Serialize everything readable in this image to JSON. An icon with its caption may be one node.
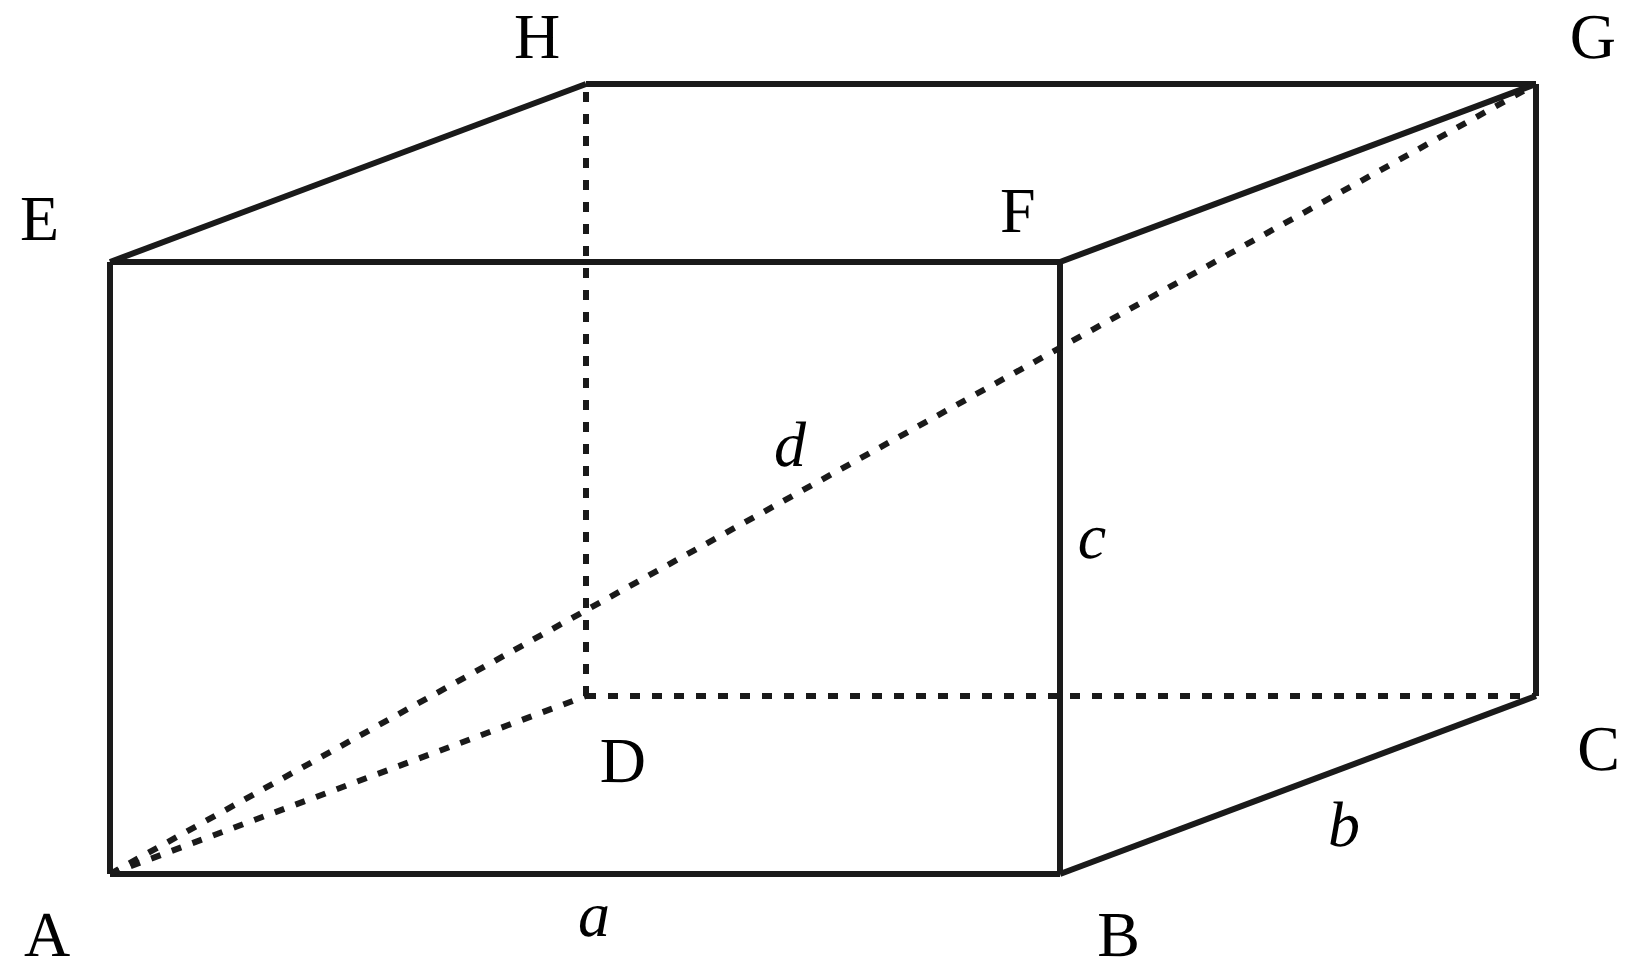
{
  "diagram": {
    "nodes": [
      {
        "text": [
          "H"
        ]
      },
      {
        "text": [
          "G"
        ]
      },
      {
        "text": [
          "E"
        ]
      },
      {
        "text": [
          "F"
        ]
      },
      {
        "text": [
          "D"
        ]
      },
      {
        "text": [
          "C"
        ]
      },
      {
        "text": [
          "A"
        ]
      },
      {
        "text": [
          "B"
        ]
      }
    ],
    "edges": [
      {
        "from": 6,
        "to": 7,
        "arrow": "none",
        "label": "a"
      },
      {
        "from": 7,
        "to": 5,
        "arrow": "none",
        "label": "b"
      },
      {
        "from": 7,
        "to": 3,
        "arrow": "none",
        "label": "c"
      },
      {
        "from": 2,
        "to": 3,
        "arrow": "none"
      },
      {
        "from": 6,
        "to": 2,
        "arrow": "none"
      },
      {
        "from": 2,
        "to": 0,
        "arrow": "none"
      },
      {
        "from": 0,
        "to": 1,
        "arrow": "none"
      },
      {
        "from": 3,
        "to": 1,
        "arrow": "none"
      },
      {
        "from": 1,
        "to": 5,
        "arrow": "none"
      },
      {
        "from": 6,
        "to": 4,
        "arrow": "none",
        "style": "dashed"
      },
      {
        "from": 4,
        "to": 5,
        "arrow": "none",
        "style": "dashed"
      },
      {
        "from": 4,
        "to": 0,
        "arrow": "none",
        "style": "dashed"
      },
      {
        "from": 6,
        "to": 1,
        "arrow": "none",
        "style": "dashed",
        "label": "d"
      }
    ]
  }
}
